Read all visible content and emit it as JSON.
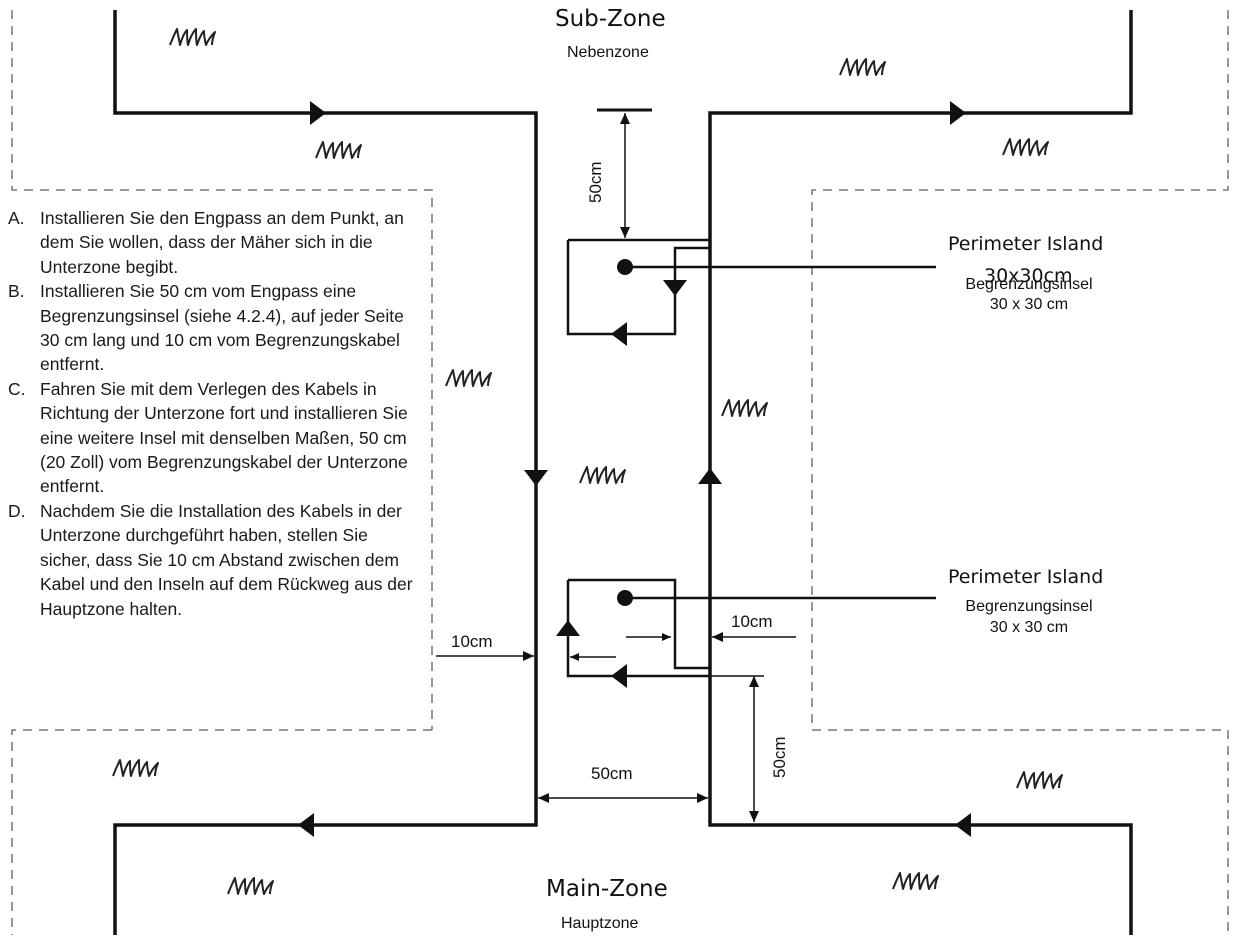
{
  "zones": {
    "sub": {
      "title": "Sub-Zone",
      "subtitle": "Nebenzone"
    },
    "main": {
      "title": "Main-Zone",
      "subtitle": "Hauptzone"
    }
  },
  "islands": {
    "upper": {
      "title": "Perimeter Island",
      "overlap": "30x30cm",
      "subtitle": "Begrenzungsinsel",
      "size": "30 x 30 cm"
    },
    "lower": {
      "title": "Perimeter Island",
      "subtitle": "Begrenzungsinsel",
      "size": "30 x 30 cm"
    }
  },
  "dimensions": {
    "upper_gap": "50cm",
    "lower_gap": "50cm",
    "corridor_width": "50cm",
    "left_offset": "10cm",
    "right_offset": "10cm"
  },
  "instructions": [
    {
      "letter": "A.",
      "text": "Installieren Sie den Engpass an dem Punkt, an dem Sie wollen, dass der Mäher sich in die Unterzone begibt."
    },
    {
      "letter": "B.",
      "text": "Installieren Sie 50 cm vom Engpass eine Begrenzungsinsel (siehe 4.2.4), auf jeder Seite 30 cm lang und 10 cm vom Begrenzungskabel entfernt."
    },
    {
      "letter": "C.",
      "text": "Fahren Sie mit dem Verlegen des Kabels in Richtung der Unterzone fort und installieren Sie eine weitere Insel mit denselben Maßen, 50 cm (20 Zoll) vom Begrenzungskabel der Unterzone entfernt."
    },
    {
      "letter": "D.",
      "text": "Nachdem Sie die Installation des Kabels in der Unterzone durchgeführt haben, stellen Sie sicher, dass Sie 10 cm Abstand zwischen dem Kabel und den Inseln auf dem Rückweg aus der Hauptzone halten."
    }
  ],
  "icons": {
    "grass": "grass-tuft-icon",
    "direction": "arrow-head-icon"
  },
  "colors": {
    "wire": "#111111",
    "dashed_border": "#777777",
    "text": "#111111"
  }
}
